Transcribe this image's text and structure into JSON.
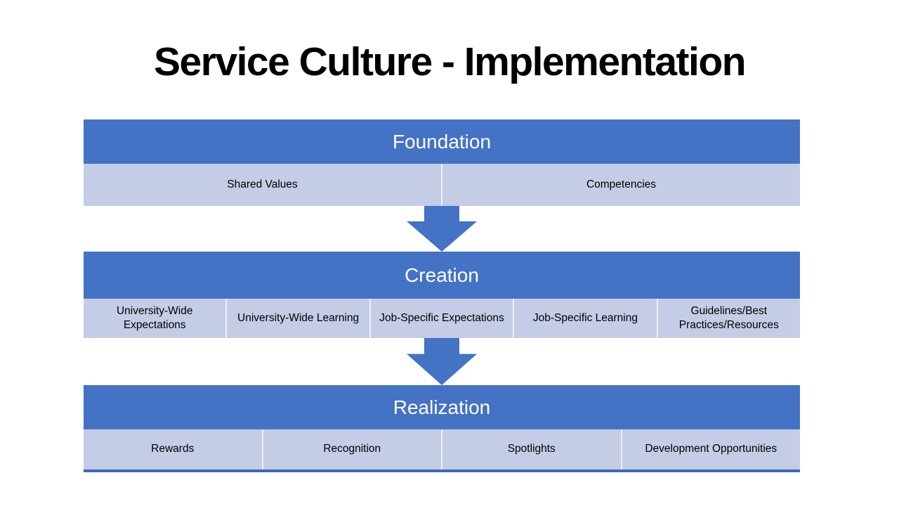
{
  "page": {
    "title": "Service Culture - Implementation"
  },
  "colors": {
    "header_blue": "#4472C4",
    "band_light": "#C4CCE6",
    "divider": "#EEF1F8",
    "accent_line": "#4169B5",
    "header_text": "#FFFFFF",
    "cell_text": "#000000",
    "title_text": "#000000"
  },
  "sections": [
    {
      "id": "foundation",
      "title": "Foundation",
      "cells": [
        "Shared Values",
        "Competencies"
      ]
    },
    {
      "id": "creation",
      "title": "Creation",
      "cells": [
        "University-Wide Expectations",
        "University-Wide Learning",
        "Job-Specific Expectations",
        "Job-Specific Learning",
        "Guidelines/Best Practices/Resources"
      ]
    },
    {
      "id": "realization",
      "title": "Realization",
      "cells": [
        "Rewards",
        "Recognition",
        "Spotlights",
        "Development Opportunities"
      ]
    }
  ],
  "arrows": [
    {
      "name": "arrow-foundation-to-creation"
    },
    {
      "name": "arrow-creation-to-realization"
    }
  ]
}
